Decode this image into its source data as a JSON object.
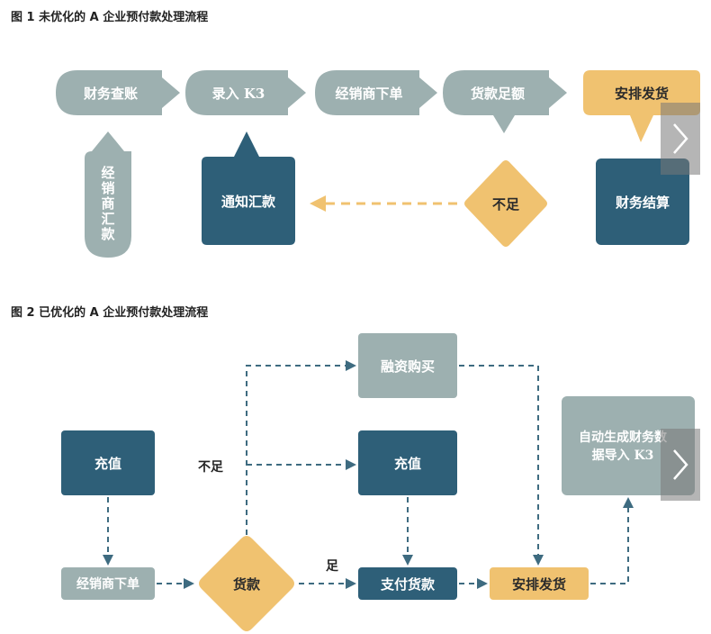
{
  "fig1": {
    "title": "图 1  未优化的 A 企业预付款处理流程",
    "nodes": {
      "audit": "财务查账",
      "entry": "录入 K3",
      "order": "经销商下单",
      "sufficient": "货款足额",
      "ship": "安排发货",
      "remit": "经销商汇款",
      "notify": "通知汇款",
      "insufficient": "不足",
      "settle": "财务结算"
    }
  },
  "fig2": {
    "title": "图 2  已优化的 A 企业预付款处理流程",
    "nodes": {
      "recharge_left": "充值",
      "order": "经销商下单",
      "payment": "货款",
      "finance": "融资购买",
      "recharge_mid": "充值",
      "pay": "支付货款",
      "ship": "安排发货",
      "auto": "自动生成财务数据导入 K3"
    },
    "edge_labels": {
      "insufficient": "不足",
      "sufficient": "足"
    }
  },
  "nav": {
    "next_icon": "chevron-right-icon"
  },
  "colors": {
    "gray": "#9db0b0",
    "navy": "#2e5f78",
    "gold": "#f0c270",
    "arrow": "#3e6b80",
    "dashed_gold": "#f0c270"
  }
}
